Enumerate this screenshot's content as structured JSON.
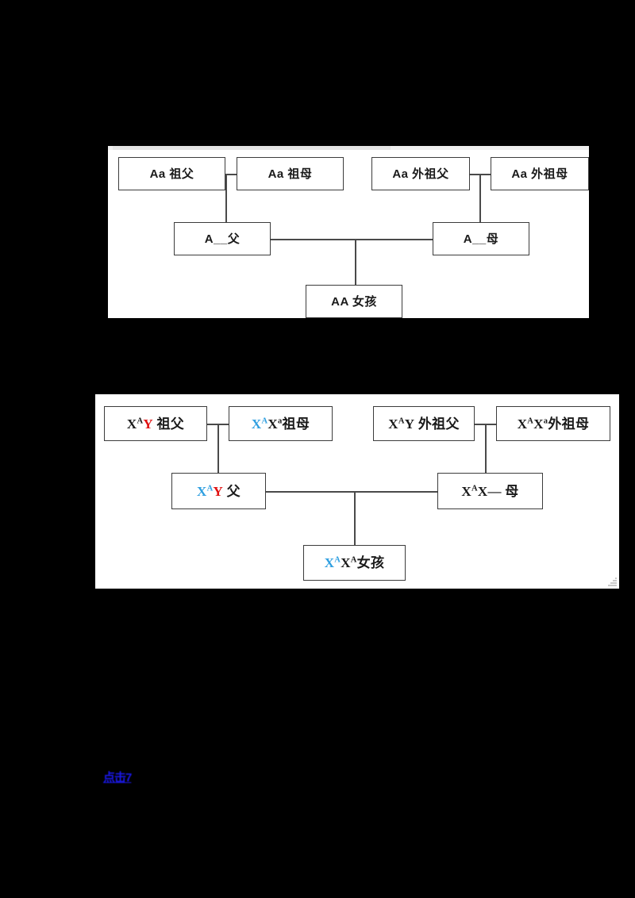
{
  "page": {
    "background_color": "#000000",
    "panel_color": "#ffffff"
  },
  "colors": {
    "allele_dominant_blue": "#2f9fe0",
    "y_chromosome_red": "#e01010",
    "text_black": "#1a1a1a",
    "box_border": "#3c3c3c",
    "link_blue": "#1a18e8"
  },
  "diagram_1": {
    "name": "autosomal-pedigree",
    "watermark": "",
    "nodes": {
      "paternal_grandfather": {
        "genotype": "Aa",
        "relation": "祖父",
        "label": "Aa 祖父"
      },
      "paternal_grandmother": {
        "genotype": "Aa",
        "relation": "祖母",
        "label": "Aa 祖母"
      },
      "maternal_grandfather": {
        "genotype": "Aa",
        "relation": "外祖父",
        "label": "Aa 外祖父"
      },
      "maternal_grandmother": {
        "genotype": "Aa",
        "relation": "外祖母",
        "label": "Aa 外祖母"
      },
      "father": {
        "genotype": "A_",
        "relation": "父",
        "label": "A__父"
      },
      "mother": {
        "genotype": "A_",
        "relation": "母",
        "label": "A__母"
      },
      "daughter": {
        "genotype": "AA",
        "relation": "女孩",
        "label": "AA 女孩"
      }
    }
  },
  "diagram_2": {
    "name": "x-linked-pedigree",
    "watermark": "",
    "nodes": {
      "paternal_grandfather": {
        "relation": "祖父",
        "parts": [
          {
            "text": "X",
            "sup": "A",
            "color": "black"
          },
          {
            "text": "Y",
            "sup": "",
            "color": "red"
          }
        ],
        "plain": "XAY 祖父"
      },
      "paternal_grandmother": {
        "relation": "祖母",
        "parts": [
          {
            "text": "X",
            "sup": "A",
            "color": "blue"
          },
          {
            "text": "X",
            "sup": "a",
            "color": "black"
          }
        ],
        "plain": "XAXa祖母"
      },
      "maternal_grandfather": {
        "relation": "外祖父",
        "parts": [
          {
            "text": "X",
            "sup": "A",
            "color": "black"
          },
          {
            "text": "Y",
            "sup": "",
            "color": "black"
          }
        ],
        "plain": "XAY 外祖父"
      },
      "maternal_grandmother": {
        "relation": "外祖母",
        "parts": [
          {
            "text": "X",
            "sup": "A",
            "color": "black"
          },
          {
            "text": "X",
            "sup": "a",
            "color": "black"
          }
        ],
        "plain": "XAXa外祖母"
      },
      "father": {
        "relation": "父",
        "parts": [
          {
            "text": "X",
            "sup": "A",
            "color": "blue"
          },
          {
            "text": "Y",
            "sup": "",
            "color": "red"
          }
        ],
        "plain": "XAY父"
      },
      "mother": {
        "relation": "母",
        "parts": [
          {
            "text": "X",
            "sup": "A",
            "color": "black"
          },
          {
            "text": "X—",
            "sup": "",
            "color": "black"
          }
        ],
        "plain": "XAX— 母"
      },
      "daughter": {
        "relation": "女孩",
        "parts": [
          {
            "text": "X",
            "sup": "A",
            "color": "blue"
          },
          {
            "text": "X",
            "sup": "A",
            "color": "black"
          }
        ],
        "plain": "XAXA女孩"
      }
    }
  },
  "footer": {
    "link_text": "点击7"
  }
}
